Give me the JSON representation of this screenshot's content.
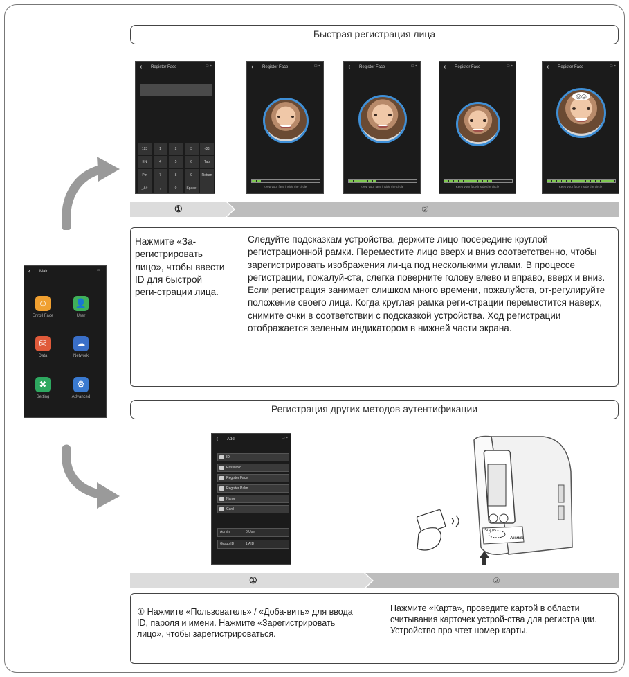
{
  "section1": {
    "title": "Быстрая регистрация лица",
    "screen_title": "Register Face",
    "hint": "Keep your face inside the circle",
    "step1": "①",
    "step2": "②",
    "left_text": "Нажмите «За-регистрировать лицо», чтобы ввести ID для быстрой реги-страции лица.",
    "right_text": "Следуйте подсказкам устройства, держите лицо посередине круглой регистрационной рамки. Переместите лицо вверх и вниз соответственно, чтобы зарегистрировать изображения ли-ца под несколькими углами. В процессе регистрации, пожалуй-ста, слегка поверните голову влево и вправо, вверх и вниз. Если регистрация занимает слишком много времени, пожалуйста, от-регулируйте положение своего лица. Когда круглая рамка реги-страции переместится наверх, снимите очки в соответствии с подсказкой устройства. Ход регистрации отображается зеленым индикатором в нижней части экрана.",
    "progress": [
      0.0,
      0.15,
      0.4,
      0.7,
      1.0
    ],
    "keypad": {
      "rows": [
        [
          "123",
          "1",
          "2",
          "3",
          "⌫"
        ],
        [
          "EN",
          "4",
          "5",
          "6",
          "Tab"
        ],
        [
          "Pin",
          "7",
          "8",
          "9",
          "Return"
        ],
        [
          "_&#",
          ",",
          "0",
          "Space",
          ""
        ]
      ]
    }
  },
  "main_menu": {
    "title": "Main",
    "items": [
      {
        "label": "Enroll Face",
        "color": "#f0a030",
        "icon": "face-enroll-icon",
        "glyph": "☺"
      },
      {
        "label": "User",
        "color": "#3fb05a",
        "icon": "user-icon",
        "glyph": "👤"
      },
      {
        "label": "Data",
        "color": "#e05a3a",
        "icon": "data-icon",
        "glyph": "⛁"
      },
      {
        "label": "Network",
        "color": "#3a6fc8",
        "icon": "network-icon",
        "glyph": "☁"
      },
      {
        "label": "Setting",
        "color": "#2ea860",
        "icon": "setting-icon",
        "glyph": "✖"
      },
      {
        "label": "Advanced",
        "color": "#3a7ad0",
        "icon": "advanced-icon",
        "glyph": "⚙"
      }
    ]
  },
  "section2": {
    "title": "Регистрация других методов аутентификации",
    "add_title": "Add",
    "menu_rows": [
      "ID",
      "Password",
      "Register Face",
      "Register Palm",
      "Name",
      "Card"
    ],
    "fields": [
      {
        "label": "Admin",
        "value": "0 User"
      },
      {
        "label": "Group ID",
        "value": "1 AID"
      }
    ],
    "step1": "①",
    "step2": "②",
    "left_text": "①   Нажмите «Пользователь» / «Доба-вить» для ввода ID, пароля и имени. Нажмите «Зарегистрировать лицо», чтобы зарегистрироваться.",
    "right_text": "Нажмите «Карта», проведите картой в области считывания карточек устрой-ства для регистрации. Устройство про-чтет номер карты.",
    "device_brand": "Aнимb",
    "device_label": "Status"
  },
  "colors": {
    "arrow_gray": "#9a9a9a",
    "bar_light": "#dcdcdc",
    "bar_dark": "#bdbdbd",
    "accent_blue": "#3f8fd6",
    "progress_green": "#7ec850"
  }
}
